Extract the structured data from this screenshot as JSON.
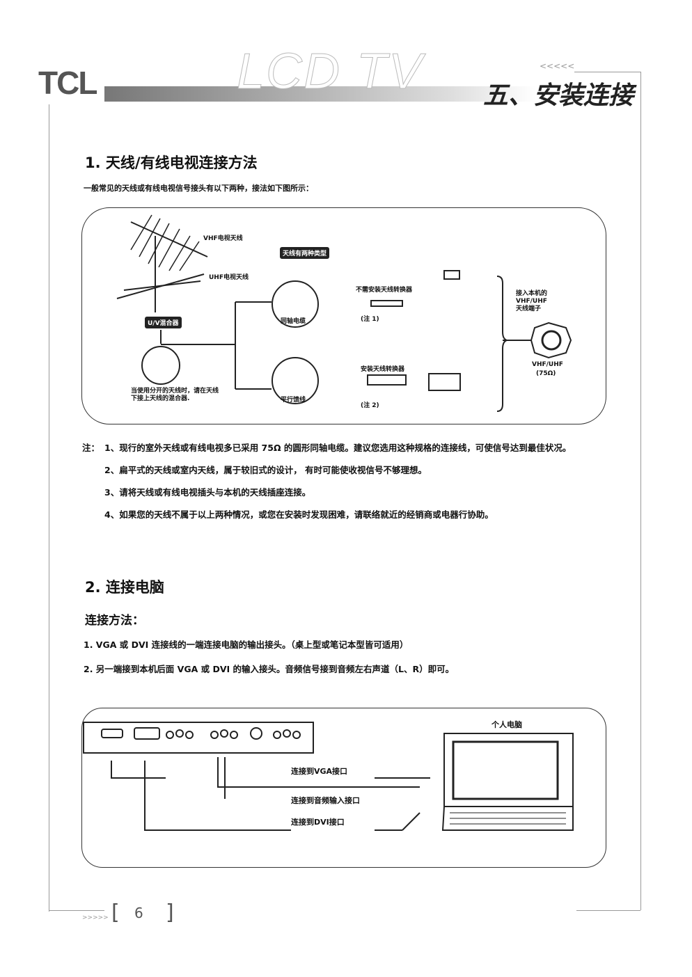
{
  "header": {
    "logo": "TCL",
    "product": "LCD TV",
    "section": "五、安装连接",
    "chevrons": "<<<<<"
  },
  "s1": {
    "title": "1. 天线/有线电视连接方法",
    "intro": "一般常见的天线或有线电视信号接头有以下两种，接法如下图所示：",
    "diagram": {
      "vhf": "VHF电视天线",
      "uhf": "UHF电视天线",
      "types": "天线有两种类型",
      "mixer": "U/V混合器",
      "coax": "同轴电缆",
      "parallel": "平行馈线",
      "mixer_note": "当使用分开的天线时，请在天线下接上天线的混合器.",
      "no_conv": "不需安装天线转换器",
      "note1": "(注 1)",
      "conv": "安装天线转换器",
      "note2": "(注 2)",
      "input": "接入本机的\nVHF/UHF\n天线端子",
      "terminal": "VHF/UHF",
      "ohm": "(75Ω)"
    },
    "notes_label": "注：",
    "notes": [
      "1、现行的室外天线或有线电视多已采用 75Ω 的圆形同轴电缆。建议您选用这种规格的连接线，可使信号达到最佳状况。",
      "2、扁平式的天线或室内天线，属于较旧式的设计， 有时可能使收视信号不够理想。",
      "3、请将天线或有线电视插头与本机的天线插座连接。",
      "4、如果您的天线不属于以上两种情况，或您在安装时发现困难，请联络就近的经销商或电器行协助。"
    ]
  },
  "s2": {
    "title": "2. 连接电脑",
    "method": "连接方法：",
    "steps": [
      "1. VGA 或 DVI 连接线的一端连接电脑的输出接头。（桌上型或笔记本型皆可适用）",
      "2. 另一端接到本机后面 VGA 或 DVI 的输入接头。音频信号接到音频左右声道（L、R）即可。"
    ],
    "diagram": {
      "pc": "个人电脑",
      "vga": "连接到VGA接口",
      "audio": "连接到音频输入接口",
      "dvi": "连接到DVI接口"
    }
  },
  "footer": {
    "page": "6",
    "chevrons": ">>>>>"
  }
}
